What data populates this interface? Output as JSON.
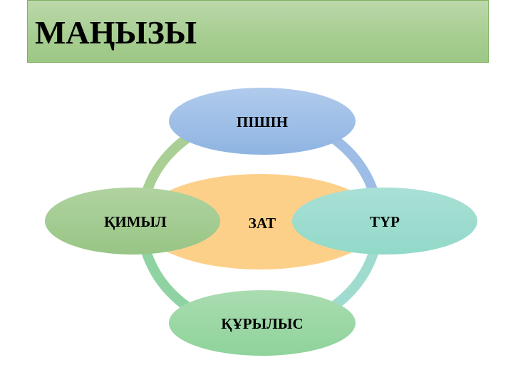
{
  "title": "МАҢЫЗЫ",
  "diagram": {
    "type": "radial-cycle",
    "center": {
      "label": "ЗАТ",
      "color": "#fdd08a"
    },
    "ring_colors": [
      "#a9cf94",
      "#9dbde6",
      "#9fdccf",
      "#8fd3a2"
    ],
    "nodes": [
      {
        "id": "top",
        "label": "ПІШІН",
        "color_top": "#b0cbec",
        "color_bottom": "#8fb4e2"
      },
      {
        "id": "right",
        "label": "ТҮР",
        "color_top": "#a9e0d6",
        "color_bottom": "#92d9c9"
      },
      {
        "id": "bottom",
        "label": "ҚҰРЫЛЫС",
        "color_top": "#aadcb0",
        "color_bottom": "#8fd39b"
      },
      {
        "id": "left",
        "label": "ҚИМЫЛ",
        "color_top": "#b0d3a0",
        "color_bottom": "#98c585"
      }
    ]
  }
}
